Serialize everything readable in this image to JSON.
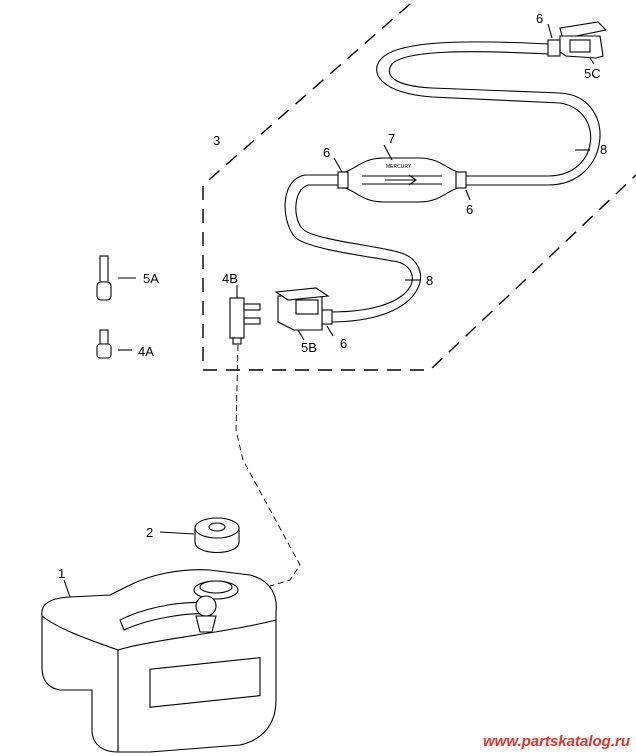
{
  "labels": {
    "l1": "1",
    "l2": "2",
    "l3": "3",
    "l4a": "4A",
    "l4b": "4B",
    "l5a": "5A",
    "l5b": "5B",
    "l5c": "5C",
    "l6a": "6",
    "l6b": "6",
    "l6c": "6",
    "l6d": "6",
    "l7": "7",
    "l8a": "8",
    "l8b": "8"
  },
  "bulb_marking": "MERCURY",
  "watermark": "www.partskatalog.ru",
  "colors": {
    "line": "#000000",
    "watermark": "#e0352b",
    "background": "#ffffff"
  }
}
